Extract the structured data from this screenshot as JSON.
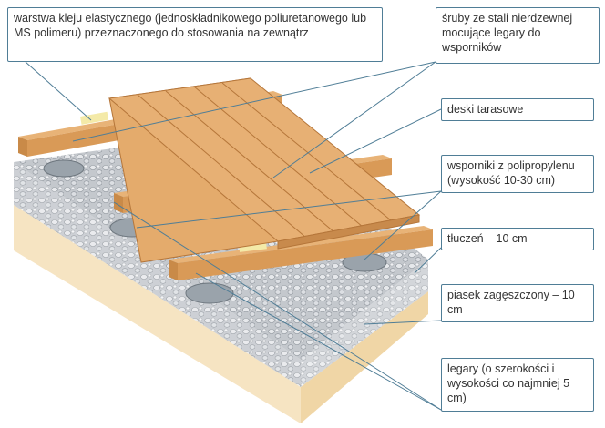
{
  "labels": {
    "adhesive": "warstwa kleju elastycznego (jednoskładnikowego poliure­tanowego lub MS polimeru) przeznaczonego do stosowania na zewnątrz",
    "screws": "śruby ze stali nie­rdzewnej mocujące legary do wsporników",
    "boards": "deski tarasowe",
    "pedestals": "wsporniki z polipropylenu (wysokość 10-30 cm)",
    "gravel": "tłuczeń – 10 cm",
    "sand": "piasek zagęszczony – 10 cm",
    "joists": "legary (o szerokości i wysokości co naj­mniej 5 cm)"
  },
  "colors": {
    "line": "#4f7d96",
    "wood": "#e0a767",
    "wood_dark": "#b8783a",
    "gravel": "#c9cdd2",
    "sand": "#f4dfb8"
  }
}
